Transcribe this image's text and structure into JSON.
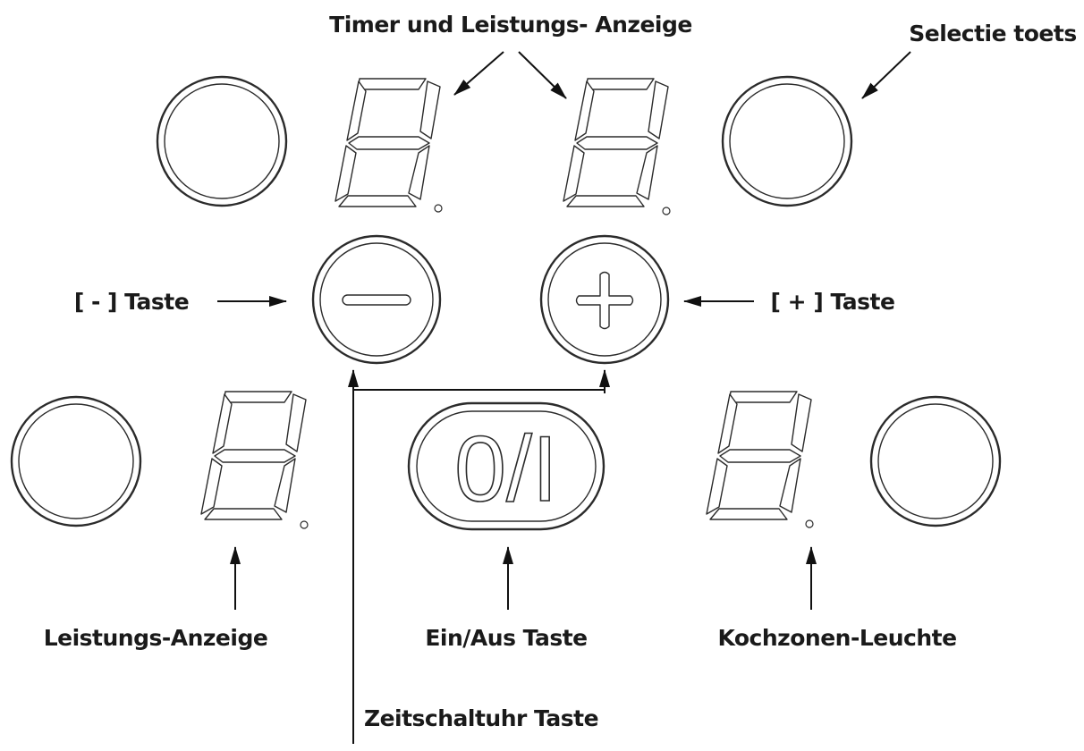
{
  "labels": {
    "timer_power_display": "Timer und Leistungs- Anzeige",
    "select_key": "Selectie toets",
    "minus_key": "[ - ] Taste",
    "plus_key": "[ + ] Taste",
    "power_display": "Leistungs-Anzeige",
    "on_off_key": "Ein/Aus Taste",
    "zone_light": "Kochzonen-Leuchte",
    "timer_key": "Zeitschaltuhr Taste"
  },
  "on_off_symbol": "0/I",
  "colors": {
    "ink": "#111111",
    "outline": "#2b2b2b",
    "background": "#ffffff"
  },
  "icons": [
    "minus-icon",
    "plus-icon",
    "power-icon",
    "arrow-icon"
  ]
}
